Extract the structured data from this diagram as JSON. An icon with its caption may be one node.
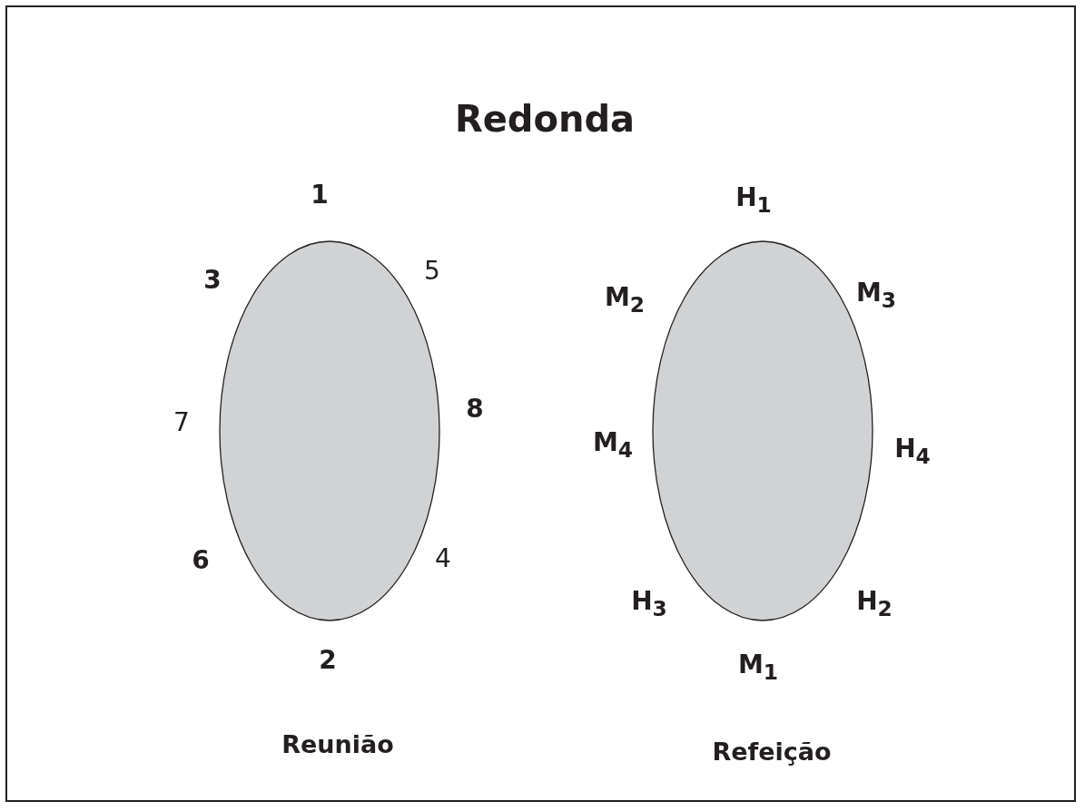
{
  "diagram": {
    "title": "Redonda",
    "nodes": [
      {
        "text": [],
        "shape": "ellipse"
      },
      {
        "text": [],
        "shape": "ellipse"
      }
    ],
    "labels": [
      "1",
      "H$_{1}$",
      "3",
      "5",
      "M$_{2}$",
      "M$_{3}$",
      "7",
      "8",
      "M$_{4}$",
      "H$_{4}$",
      "6",
      "4",
      "H$_{3}$",
      "H$_{2}$",
      "2",
      "M$_{1}$",
      "Reunião",
      "Refeição"
    ]
  }
}
